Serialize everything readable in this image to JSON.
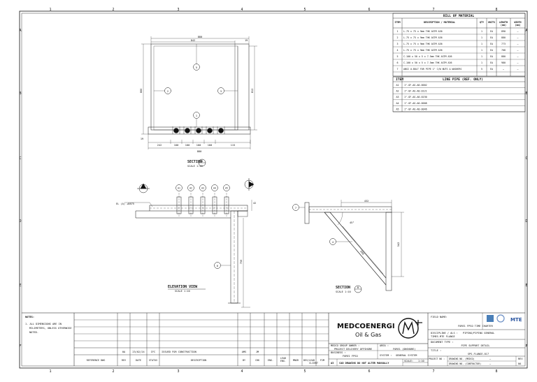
{
  "border": {
    "columns": [
      "1",
      "2",
      "3",
      "4",
      "5",
      "6",
      "7",
      "8"
    ],
    "rows": [
      "A",
      "B",
      "C",
      "D",
      "E",
      "F"
    ]
  },
  "bom": {
    "title": "BILL OF MATERIAL",
    "headers": [
      "ITEM",
      "DESCRIPTION / MATERIAL",
      "QTY",
      "UNITS",
      "LENGTH (mm)",
      "WIDTH (mm)"
    ],
    "rows": [
      [
        "1",
        "L-75 x 75 x 9mm THK ASTM A36",
        "1",
        "EA",
        "890",
        "–"
      ],
      [
        "2",
        "L-75 x 75 x 9mm THK ASTM A36",
        "1",
        "EA",
        "880",
        "–"
      ],
      [
        "3",
        "L-75 x 75 x 9mm THK ASTM A36",
        "1",
        "EA",
        "773",
        "–"
      ],
      [
        "4",
        "L-75 x 75 x 9mm THK ASTM A36",
        "1",
        "EA",
        "708",
        "–"
      ],
      [
        "5",
        "C-100 x 50 x 5 x 7.5mm THK ASTM A36",
        "1",
        "EA",
        "880",
        "–"
      ],
      [
        "6",
        "C-100 x 50 x 5 x 7.5mm THK ASTM A36",
        "1",
        "EA",
        "980",
        "–"
      ],
      [
        "7",
        "ANSI U-BOLT FOR PIPE 1\" C/W NUTS & WASHERS",
        "5",
        "EA",
        "–",
        "–"
      ]
    ]
  },
  "line_pipe": {
    "title": "LINE PIPE (REF. ONLY)",
    "headers": [
      "ITEM",
      ""
    ],
    "rows": [
      [
        "A1",
        "1\"-GF-AG-A0-0002"
      ],
      [
        "A2",
        "1\"-GF-AG-A0-0121"
      ],
      [
        "A3",
        "1\"-GF-AG-A0-0230"
      ],
      [
        "A4",
        "1\"-GF-AG-A0-0008"
      ],
      [
        "A5",
        "1\"-GF-AG-A0-0046"
      ]
    ]
  },
  "section_a": {
    "title": "SECTION",
    "scale": "SCALE 1:10",
    "marker": "A",
    "dims": {
      "overall_top": "880",
      "inner_top": "842",
      "right_offset": "19",
      "left_height": "880",
      "right_height": "812",
      "bottom_seg": [
        "242",
        "100",
        "100",
        "100",
        "100",
        "115"
      ],
      "bottom_total": "880",
      "left_small": "19"
    },
    "balloons": [
      "5",
      "2",
      "3",
      "1"
    ]
  },
  "elevation": {
    "title": "ELEVATION VIEW",
    "scale": "SCALE 1:10",
    "el_label": "EL (A) +8875",
    "pipe_tags": [
      "A1",
      "A2",
      "A3",
      "A4",
      "A5"
    ],
    "balloon": "6",
    "dim_vertical": "750",
    "dim_small": "42"
  },
  "section_b": {
    "title": "SECTION",
    "scale": "SCALE 1:10",
    "marker": "B",
    "dims": {
      "top": "432",
      "angle": "45°",
      "diag": "580",
      "vert": "542"
    },
    "balloons": [
      "7",
      "4"
    ]
  },
  "notes": {
    "title": "NOTES:",
    "lines": [
      "1. ALL DIMENSIONS ARE IN",
      "MILIMETERS, UNLESS OTHERWISE",
      "NOTED."
    ]
  },
  "revision": {
    "row": [
      "0A",
      "23/02/24",
      "IFC",
      "ISSUED FOR CONSTRUCTION",
      "AMS",
      "JM",
      "",
      "",
      "",
      "",
      ""
    ],
    "headers": [
      "REFERENCE DWG",
      "REV",
      "DATE",
      "STATUS",
      "DESCRIPTION",
      "BY",
      "CHK",
      "ENG.",
      "LEAD ENG.",
      "MNGR",
      "DEV/LEAD",
      "PJM"
    ]
  },
  "company": {
    "name_bold": "MEDCOENERGI",
    "name_sub": "Oil & Gas",
    "client_label": "CLIENT",
    "warning": "CAD DRAWING DO NOT ALTER MANUALLY",
    "sheet_size": "A3",
    "group_owner_label": "MEDCO GROUP OWNER :",
    "group_owner": "PROJECT DELIVERY OFFSHORE",
    "business_label": "BUSINESS :",
    "business": "FORE1 FPSO",
    "area_label": "AREA :",
    "area": "FORE1 (ONSHORE)",
    "system_label": "SYSTEM :",
    "system": "GENERAL SYSTEM",
    "scale_label": "SCALE:",
    "scale": "1:10"
  },
  "title_block": {
    "field_label": "FIELD NAME:",
    "field_value": "FORE1 FPSO TIME CHARTER",
    "discipline_label": "DISCIPLINE / ALS :",
    "discipline_value": "PIPING/PIPING GENERAL",
    "discipline_sub": "TIMES-MTE FLANGE",
    "doc_type_label": "DOCUMENT TYPE :",
    "doc_type_value": "PIPE SUPPORT DETAIL",
    "title_label": "TITLE :",
    "title_value": "SPS-FLANGE-017",
    "project_no_label": "PROJECT NO :",
    "drawing_no_label": "DRAWING NO. (MEDCO)",
    "drawing_no_value": "–",
    "drawing_no2_label": "DRAWING NO. (CONTRACTOR)",
    "drawing_no2_value": "–",
    "rev_label": "REV",
    "rev_value": "0A",
    "logo_text": "MTE"
  }
}
